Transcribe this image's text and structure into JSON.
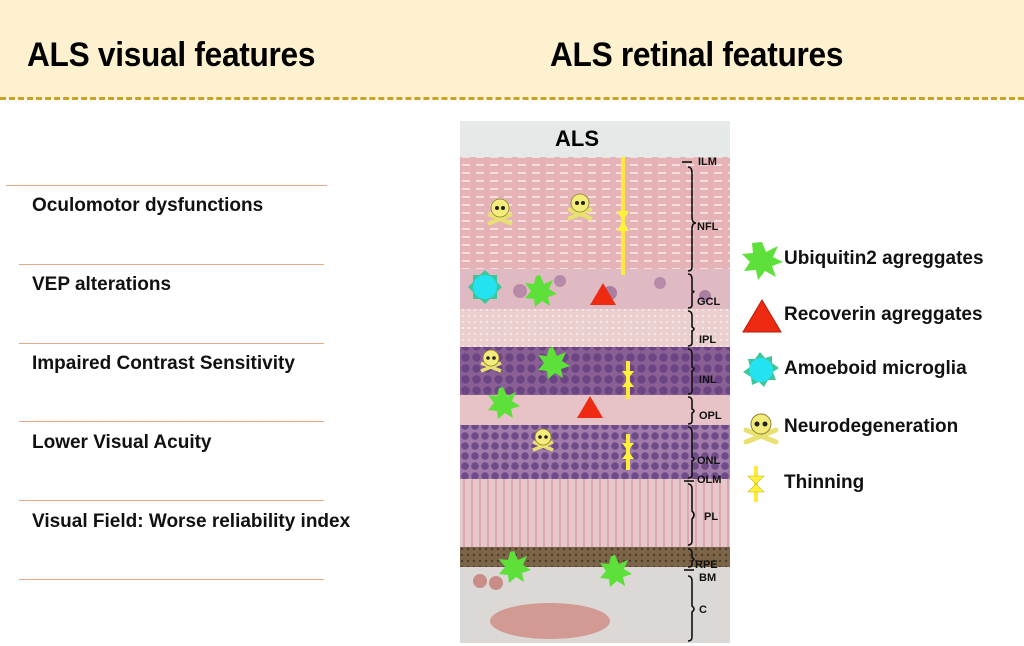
{
  "header": {
    "left_title": "ALS visual features",
    "right_title": "ALS retinal features",
    "background": "#fdf1cf",
    "rule_color": "#c9a227"
  },
  "visual_features": [
    {
      "label": "Oculomotor dysfunctions"
    },
    {
      "label": "VEP alterations"
    },
    {
      "label": "Impaired Contrast Sensitivity"
    },
    {
      "label": "Lower Visual Acuity"
    },
    {
      "label": "Visual Field: Worse reliability index"
    }
  ],
  "retina": {
    "title": "ALS",
    "layers": [
      {
        "abbr": "ILM"
      },
      {
        "abbr": "NFL"
      },
      {
        "abbr": "GCL"
      },
      {
        "abbr": "IPL"
      },
      {
        "abbr": "INL"
      },
      {
        "abbr": "OPL"
      },
      {
        "abbr": "ONL"
      },
      {
        "abbr": "OLM"
      },
      {
        "abbr": "PL"
      },
      {
        "abbr": "RPE"
      },
      {
        "abbr": "BM"
      },
      {
        "abbr": "C"
      }
    ],
    "markers": [
      {
        "type": "neurodegeneration",
        "layer": "NFL"
      },
      {
        "type": "neurodegeneration",
        "layer": "NFL"
      },
      {
        "type": "thinning",
        "layer": "NFL"
      },
      {
        "type": "amoeboid-microglia",
        "layer": "GCL"
      },
      {
        "type": "ubiquitin2-aggregates",
        "layer": "GCL"
      },
      {
        "type": "recoverin-aggregates",
        "layer": "GCL"
      },
      {
        "type": "neurodegeneration",
        "layer": "INL"
      },
      {
        "type": "ubiquitin2-aggregates",
        "layer": "INL"
      },
      {
        "type": "thinning",
        "layer": "INL"
      },
      {
        "type": "ubiquitin2-aggregates",
        "layer": "OPL"
      },
      {
        "type": "recoverin-aggregates",
        "layer": "OPL"
      },
      {
        "type": "neurodegeneration",
        "layer": "ONL"
      },
      {
        "type": "thinning",
        "layer": "ONL"
      },
      {
        "type": "ubiquitin2-aggregates",
        "layer": "RPE"
      },
      {
        "type": "ubiquitin2-aggregates",
        "layer": "RPE"
      }
    ]
  },
  "legend": [
    {
      "icon": "ubiquitin-star-icon",
      "label": "Ubiquitin2 agreggates",
      "color": "#5ee03a"
    },
    {
      "icon": "recoverin-triangle-icon",
      "label": "Recoverin agreggates",
      "color": "#ee2a12"
    },
    {
      "icon": "microglia-sun-icon",
      "label": "Amoeboid microglia",
      "color": "#22e3ef"
    },
    {
      "icon": "skull-crossbones-icon",
      "label": "Neurodegeneration",
      "color": "#e8e070"
    },
    {
      "icon": "thinning-arrows-icon",
      "label": "Thinning",
      "color": "#fff23a"
    }
  ]
}
